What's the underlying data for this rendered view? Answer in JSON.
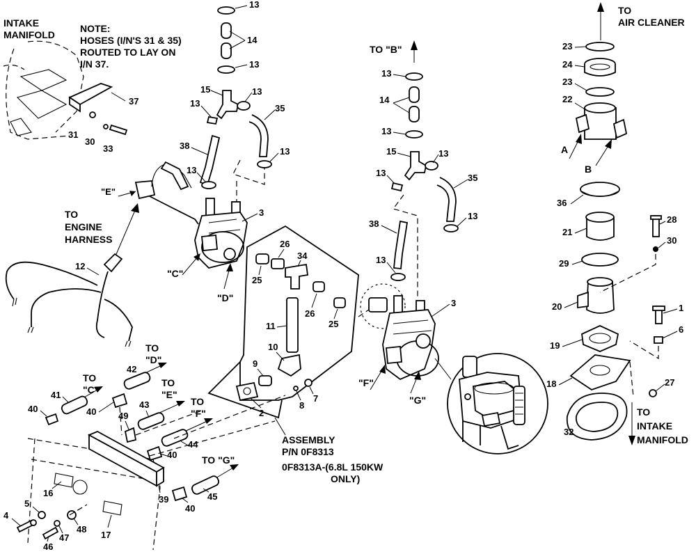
{
  "notes": {
    "intake_manifold_top": [
      "INTAKE",
      "MANIFOLD"
    ],
    "hoses_note": [
      "NOTE:",
      "HOSES (I/N'S 31 & 35)",
      "ROUTED TO LAY ON",
      "I/N 37."
    ],
    "to_air_cleaner": [
      "TO",
      "AIR CLEANER"
    ],
    "to_b": "TO \"B\"",
    "to_engine_harness": [
      "TO",
      "ENGINE",
      "HARNESS"
    ],
    "to_c": [
      "TO",
      "\"C\""
    ],
    "to_d": [
      "TO",
      "\"D\""
    ],
    "to_e": [
      "TO",
      "\"E\""
    ],
    "to_f": [
      "TO",
      "\"F\""
    ],
    "to_g": "TO \"G\"",
    "to_intake_manifold": [
      "TO",
      "INTAKE",
      "MANIFOLD"
    ],
    "assembly": [
      "ASSEMBLY",
      "P/N 0F8313",
      "0F8313A-(6.8L 150KW",
      "ONLY)"
    ],
    "view_e": "\"E\"",
    "view_c": "\"C\"",
    "view_d": "\"D\"",
    "view_f": "\"F\"",
    "view_g": "\"G\"",
    "view_a": "A",
    "view_b": "B"
  },
  "callouts": {
    "c13a": "13",
    "c14a": "14",
    "c13b": "13",
    "c15a": "15",
    "c13c": "13",
    "c13d": "13",
    "c35a": "35",
    "c38a": "38",
    "c13e": "13",
    "c13f": "13",
    "c3a": "3",
    "c37": "37",
    "c31": "31",
    "c30a": "30",
    "c33": "33",
    "c12": "12",
    "c13g": "13",
    "c14b": "14",
    "c13h": "13",
    "c15b": "15",
    "c13i": "13",
    "c13j": "13",
    "c35b": "35",
    "c38b": "38",
    "c13k": "13",
    "c13l": "13",
    "c3b": "3",
    "c26a": "26",
    "c34": "34",
    "c25a": "25",
    "c26b": "26",
    "c25b": "25",
    "c11": "11",
    "c10": "10",
    "c9": "9",
    "c2": "2",
    "c8": "8",
    "c7": "7",
    "c23a": "23",
    "c24": "24",
    "c23b": "23",
    "c22": "22",
    "c36": "36",
    "c21": "21",
    "c29": "29",
    "c28": "28",
    "c30b": "30",
    "c20": "20",
    "c1": "1",
    "c6": "6",
    "c19": "19",
    "c18": "18",
    "c27": "27",
    "c32": "32",
    "c41": "41",
    "c42": "42",
    "c40a": "40",
    "c40b": "40",
    "c49": "49",
    "c43": "43",
    "c44": "44",
    "c40c": "40",
    "c40d": "40",
    "c45": "45",
    "c39": "39",
    "c16": "16",
    "c5": "5",
    "c4": "4",
    "c46": "46",
    "c47": "47",
    "c48": "48",
    "c17": "17"
  }
}
